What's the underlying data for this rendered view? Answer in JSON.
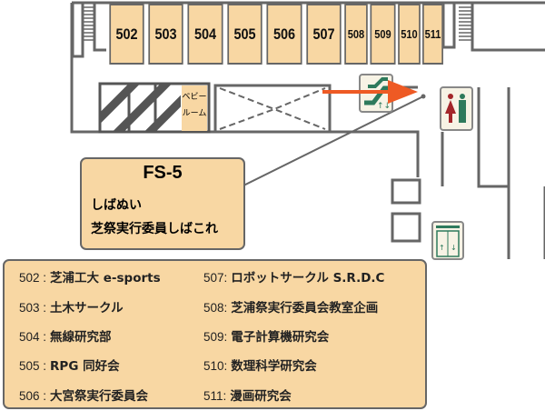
{
  "rooms": [
    "502",
    "503",
    "504",
    "505",
    "506",
    "507",
    "508",
    "509",
    "510",
    "511"
  ],
  "baby_room": "ベビールーム",
  "baby_room_lines": [
    "ベビー",
    "ルーム"
  ],
  "booth": {
    "title": "FS-5",
    "lines": [
      "しばぬい",
      "芝祭実行委員しばこれ"
    ]
  },
  "legend": [
    {
      "num": "502 :",
      "name": "芝浦工大 e-sports"
    },
    {
      "num": "503 :",
      "name": "土木サークル"
    },
    {
      "num": "504 :",
      "name": "無線研究部"
    },
    {
      "num": "505 :",
      "name": "RPG 同好会"
    },
    {
      "num": "506 :",
      "name": "大宮祭実行委員会"
    },
    {
      "num": "507:",
      "name": "ロボットサークル S.R.D.C"
    },
    {
      "num": "508:",
      "name": "芝浦祭実行委員会教室企画"
    },
    {
      "num": "509:",
      "name": "電子計算機研究会"
    },
    {
      "num": "510:",
      "name": "数理科学研究会"
    },
    {
      "num": "511:",
      "name": "漫画研究会"
    }
  ],
  "colors": {
    "room": "#f8d7a3",
    "wall": "#666666",
    "arrow": "#ee5a24",
    "sign_green": "#2e7a5c",
    "female": "#a3262a"
  }
}
